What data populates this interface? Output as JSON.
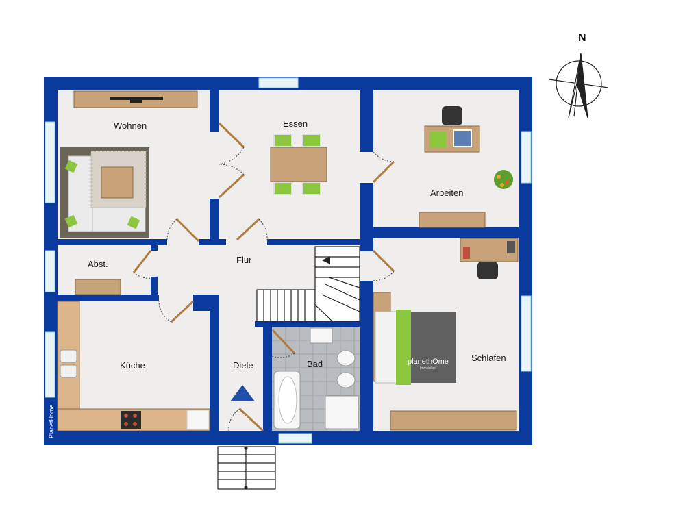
{
  "compass": {
    "north_label": "N"
  },
  "rooms": {
    "wohnen": "Wohnen",
    "essen": "Essen",
    "arbeiten": "Arbeiten",
    "abst": "Abst.",
    "flur": "Flur",
    "kueche": "Küche",
    "diele": "Diele",
    "bad": "Bad",
    "schlafen": "Schlafen"
  },
  "branding": {
    "watermark": "PlanetHome",
    "bed_logo": "planethOme",
    "bed_logo_sub": "Immobilien"
  },
  "colors": {
    "wall": "#0a3a9e",
    "floor": "#efeeec",
    "bath_tile": "#b9bcc0",
    "wood": "#c8a278",
    "accent_green": "#8cc63f"
  }
}
